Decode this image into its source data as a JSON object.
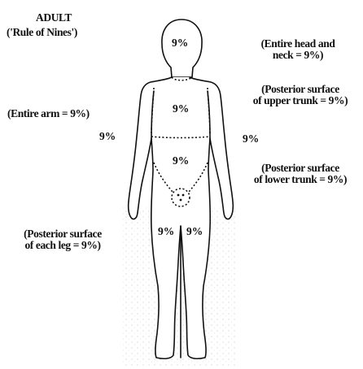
{
  "title": "ADULT",
  "subtitle": "('Rule of Nines')",
  "labels": {
    "head_neck_line1": "(Entire head and",
    "head_neck_line2": "neck = 9%)",
    "upper_trunk_line1": "(Posterior surface",
    "upper_trunk_line2": "of upper trunk = 9%)",
    "arm": "(Entire arm = 9%)",
    "lower_trunk_line1": "(Posterior surface",
    "lower_trunk_line2": "of lower trunk = 9%)",
    "leg_line1": "(Posterior surface",
    "leg_line2": "of each leg = 9%)"
  },
  "percentages": {
    "head": "9%",
    "upper_trunk": "9%",
    "lower_trunk": "9%",
    "left_arm": "9%",
    "right_arm": "9%",
    "left_leg": "9%",
    "right_leg": "9%"
  }
}
